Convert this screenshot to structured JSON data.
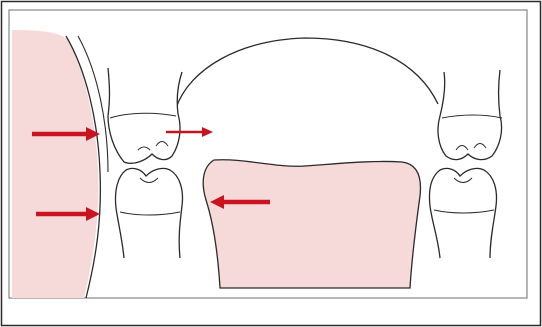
{
  "diagram": {
    "description_free": true,
    "colors": {
      "border": "#2a2a2a",
      "soft_tissue": "#f6dada",
      "outline": "#2b2b2b",
      "arrow": "#c8141e"
    },
    "arrows": {
      "count": 4,
      "direction_summary": [
        "right",
        "right",
        "right",
        "left"
      ]
    }
  }
}
